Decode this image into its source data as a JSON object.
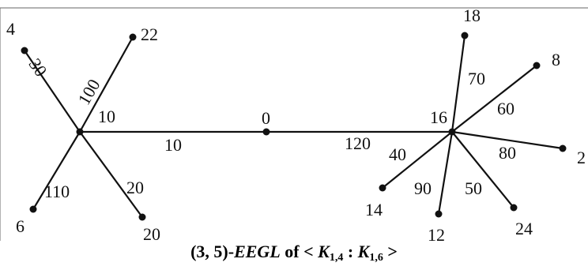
{
  "graph": {
    "colors": {
      "ink": "#111111",
      "frame": "#666666"
    },
    "vertices": [
      {
        "id": "left-center",
        "label": ""
      },
      {
        "id": "left-4",
        "label": "4"
      },
      {
        "id": "left-22",
        "label": "22"
      },
      {
        "id": "left-6",
        "label": "6"
      },
      {
        "id": "left-20",
        "label": "20"
      },
      {
        "id": "mid-0",
        "label": "0"
      },
      {
        "id": "right-16",
        "label": "16"
      },
      {
        "id": "right-18",
        "label": "18"
      },
      {
        "id": "right-8",
        "label": "8"
      },
      {
        "id": "right-2",
        "label": "2"
      },
      {
        "id": "right-24",
        "label": "24"
      },
      {
        "id": "right-12",
        "label": "12"
      },
      {
        "id": "right-14",
        "label": "14"
      }
    ],
    "center_label_left": "10",
    "edges": [
      {
        "id": "e-4",
        "label": "30"
      },
      {
        "id": "e-22",
        "label": "100"
      },
      {
        "id": "e-6",
        "label": "110"
      },
      {
        "id": "e-20",
        "label": "20"
      },
      {
        "id": "e-mid-l",
        "label": "10"
      },
      {
        "id": "e-mid-r",
        "label": "120"
      },
      {
        "id": "e-18",
        "label": "70"
      },
      {
        "id": "e-8",
        "label": "60"
      },
      {
        "id": "e-2",
        "label": "80"
      },
      {
        "id": "e-24",
        "label": "50"
      },
      {
        "id": "e-12",
        "label": "90"
      },
      {
        "id": "e-14",
        "label": "40"
      }
    ]
  },
  "caption": {
    "prefix": "(3, 5)-",
    "title": "EEGL",
    "mid": " of < ",
    "k": "K",
    "sub1": "1,4",
    "sep": " : ",
    "sub2": "1,6",
    "end": " >"
  }
}
